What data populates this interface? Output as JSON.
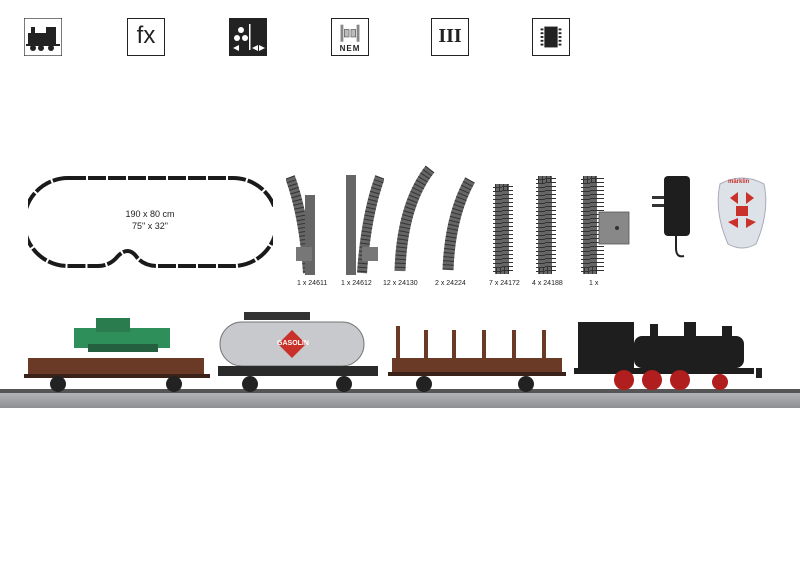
{
  "features": [
    {
      "name": "steam-locomotive-icon"
    },
    {
      "name": "fx-icon",
      "text": "fx"
    },
    {
      "name": "lights-icon"
    },
    {
      "name": "nem-coupler-icon",
      "text": "NEM"
    },
    {
      "name": "epoch-icon",
      "text": "III"
    },
    {
      "name": "decoder-chip-icon"
    }
  ],
  "layout": {
    "size_cm": "190 x 80 cm",
    "size_in": "75\" x 32\""
  },
  "items": [
    {
      "qty_label": "1 x 24611"
    },
    {
      "qty_label": "1 x 24612"
    },
    {
      "qty_label": "12 x 24130"
    },
    {
      "qty_label": "2 x 24224"
    },
    {
      "qty_label": "7 x 24172"
    },
    {
      "qty_label": "4 x 24188"
    },
    {
      "qty_label": "1 x"
    }
  ],
  "train": {
    "tank_car_label": "GASOLIN",
    "remote_brand": "märklin"
  },
  "colors": {
    "rail": "#555555",
    "ballast": "#9a9ca0",
    "wagon_brown": "#6b3a26",
    "loco_black": "#1e1e1e",
    "loco_red": "#b01e1e",
    "tractor_green": "#2f8f5a",
    "remote_red": "#c8322b"
  }
}
